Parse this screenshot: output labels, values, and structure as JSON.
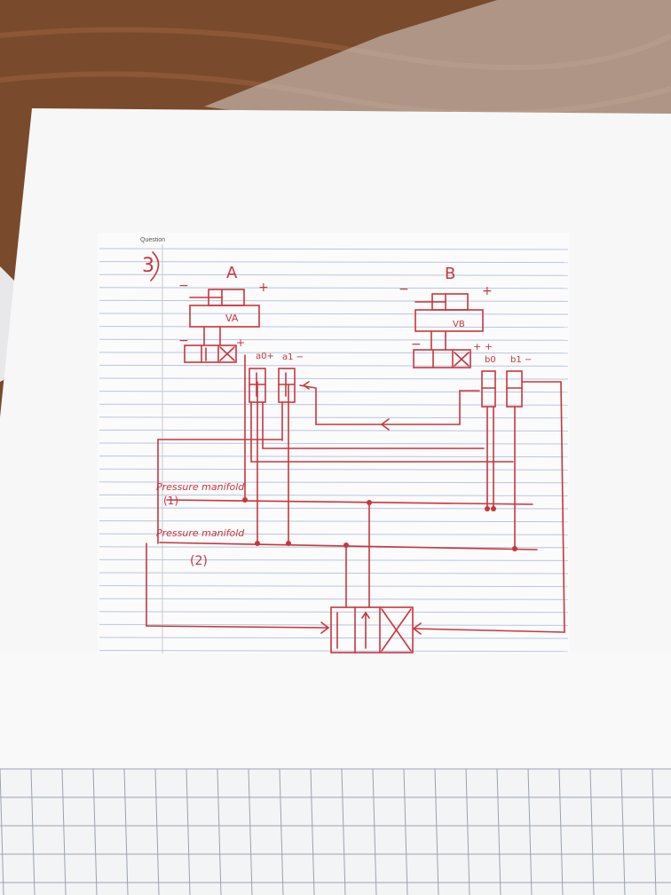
{
  "photo": {
    "colors": {
      "wood": "#7a4a2c",
      "wood_light": "#9b6440",
      "paper": "#f7f7f8",
      "rule_line": "#b9c6dc",
      "ink": "#c8363d",
      "grid_paper": "#f3f4f6",
      "grid_line": "#9aa3ad"
    }
  },
  "worksheet": {
    "header_label": "Question",
    "question_number": "3"
  },
  "diagram": {
    "cylinder_a": {
      "name": "A",
      "minus": "−",
      "plus": "+",
      "valve_label": "VA"
    },
    "cylinder_b": {
      "name": "B",
      "minus": "−",
      "plus": "+",
      "valve_label": "VB"
    },
    "valve_a_signs": {
      "minus": "−",
      "plus": "+"
    },
    "valve_b_signs": {
      "minus": "−",
      "plus": "+ +"
    },
    "limit_switches": {
      "a0": "a0+",
      "a1": "a1 −",
      "b0": "b0",
      "b1": "b1 −"
    },
    "manifold_1": {
      "label": "Pressure manifold",
      "number": "(1)"
    },
    "manifold_2": {
      "label": "Pressure manifold",
      "number": "(2)"
    }
  }
}
